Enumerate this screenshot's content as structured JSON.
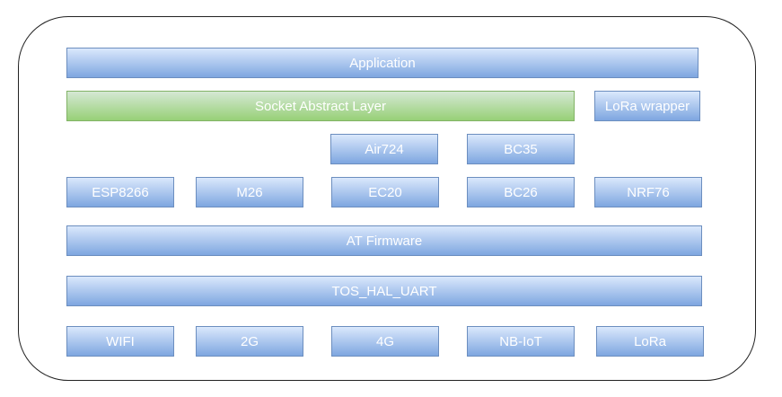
{
  "layers": {
    "application": "Application",
    "socket_abstract_layer": "Socket Abstract Layer",
    "lora_wrapper": "LoRa wrapper",
    "at_firmware": "AT Firmware",
    "tos_hal_uart": "TOS_HAL_UART"
  },
  "modules_upper": [
    "Air724",
    "BC35"
  ],
  "modules": [
    "ESP8266",
    "M26",
    "EC20",
    "BC26",
    "NRF76"
  ],
  "networks": [
    "WIFI",
    "2G",
    "4G",
    "NB-IoT",
    "LoRa"
  ],
  "colors": {
    "blue_fill_top": "#dae8fc",
    "blue_fill_bottom": "#7ea6e0",
    "blue_stroke": "#6c8ebf",
    "green_fill_top": "#d5e8d4",
    "green_fill_bottom": "#97d077",
    "green_stroke": "#82b366",
    "text": "#ffffff"
  }
}
